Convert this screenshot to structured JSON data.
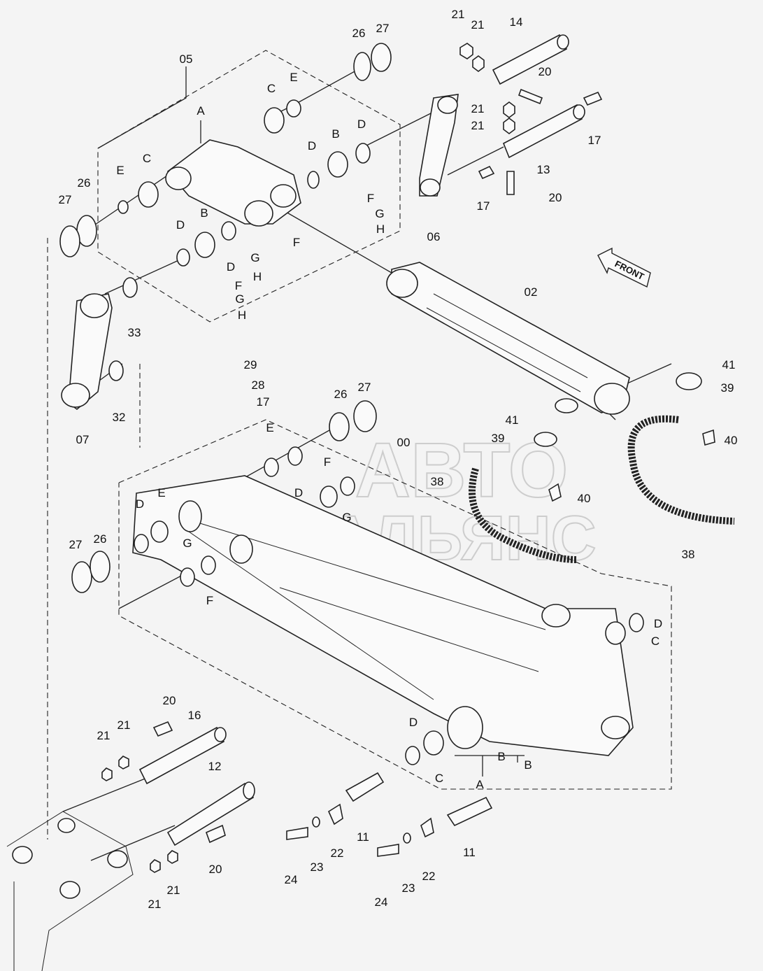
{
  "watermark": {
    "line1": "АВТО",
    "line2": "АЛЬЯНС"
  },
  "front_arrow_label": "FRONT",
  "part_labels": {
    "p05": "05",
    "p26a": "26",
    "p27a": "27",
    "p27b": "27",
    "p26b": "26",
    "p21a": "21",
    "p21b": "21",
    "p14": "14",
    "p20a": "20",
    "p21c": "21",
    "p21d": "21",
    "p13": "13",
    "p17a": "17",
    "p17b": "17",
    "p20b": "20",
    "p06": "06",
    "p02": "02",
    "p33": "33",
    "p07": "07",
    "p32": "32",
    "p29": "29",
    "p28": "28",
    "p17c": "17",
    "p26c": "26",
    "p27c": "27",
    "p00": "00",
    "p41a": "41",
    "p39a": "39",
    "p40a": "40",
    "p41b": "41",
    "p39b": "39",
    "p38a": "38",
    "p40b": "40",
    "p38b": "38",
    "p27d": "27",
    "p26d": "26",
    "p20c": "20",
    "p16": "16",
    "p21e": "21",
    "p21f": "21",
    "p12": "12",
    "p20d": "20",
    "p21g": "21",
    "p21h": "21",
    "p11a": "11",
    "p24a": "24",
    "p23a": "23",
    "p22a": "22",
    "p11b": "11",
    "p24b": "24",
    "p23b": "23",
    "p22b": "22"
  },
  "letter_labels": {
    "A1": "A",
    "C1": "C",
    "E1": "E",
    "E2": "E",
    "C2": "C",
    "B1": "B",
    "D1": "D",
    "D2": "D",
    "D3": "D",
    "B2": "B",
    "D4": "D",
    "F1": "F",
    "G1": "G",
    "H1": "H",
    "F2": "F",
    "G2": "G",
    "H2": "H",
    "F3": "F",
    "G3": "G",
    "H3": "H",
    "E3": "E",
    "F4": "F",
    "D5": "D",
    "G4": "G",
    "E4": "E",
    "D6": "D",
    "G5": "G",
    "F5": "F",
    "D7": "D",
    "C3": "C",
    "D8": "D",
    "C4": "C",
    "B3": "B",
    "B4": "B",
    "A2": "A"
  }
}
